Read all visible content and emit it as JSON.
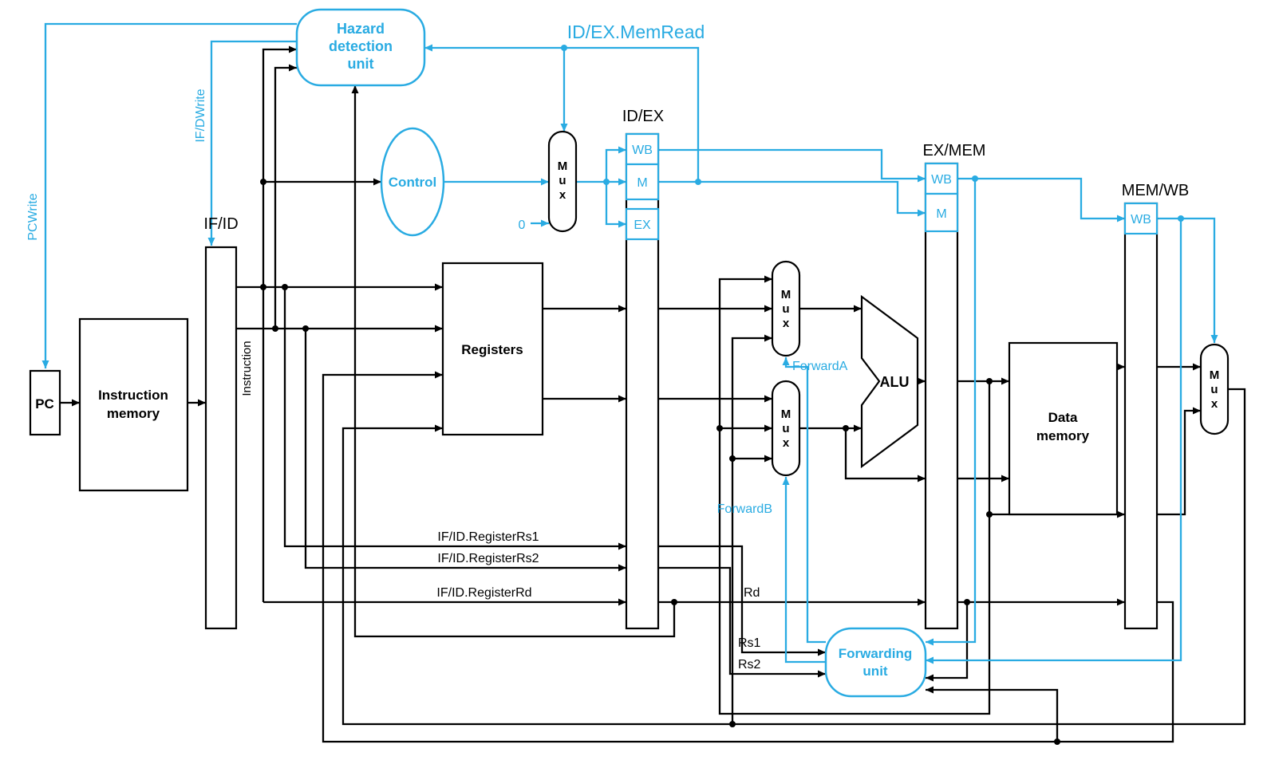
{
  "colors": {
    "accent_blue": "#29abe2",
    "line_black": "#000000",
    "background": "#ffffff"
  },
  "blocks": {
    "pc": {
      "label": "PC"
    },
    "instruction_memory": {
      "line1": "Instruction",
      "line2": "memory"
    },
    "registers": {
      "label": "Registers"
    },
    "alu": {
      "label": "ALU"
    },
    "data_memory": {
      "line1": "Data",
      "line2": "memory"
    },
    "control": {
      "label": "Control"
    },
    "hazard_detection_unit": {
      "line1": "Hazard",
      "line2": "detection",
      "line3": "unit"
    },
    "forwarding_unit": {
      "line1": "Forwarding",
      "line2": "unit"
    },
    "mux_letters": {
      "l1": "M",
      "l2": "u",
      "l3": "x"
    }
  },
  "pipeline_registers": {
    "if_id": {
      "label": "IF/ID"
    },
    "id_ex": {
      "label": "ID/EX",
      "fields": [
        "WB",
        "M",
        "EX"
      ]
    },
    "ex_mem": {
      "label": "EX/MEM",
      "fields": [
        "WB",
        "M"
      ]
    },
    "mem_wb": {
      "label": "MEM/WB",
      "fields": [
        "WB"
      ]
    }
  },
  "signal_labels": {
    "pcwrite": "PCWrite",
    "if_dwrite": "IF/DWrite",
    "id_ex_memread": "ID/EX.MemRead",
    "instruction": "Instruction",
    "zero": "0",
    "forward_a": "ForwardA",
    "forward_b": "ForwardB",
    "if_id_register_rs1": "IF/ID.RegisterRs1",
    "if_id_register_rs2": "IF/ID.RegisterRs2",
    "if_id_register_rd": "IF/ID.RegisterRd",
    "rd": "Rd",
    "rs1": "Rs1",
    "rs2": "Rs2"
  }
}
